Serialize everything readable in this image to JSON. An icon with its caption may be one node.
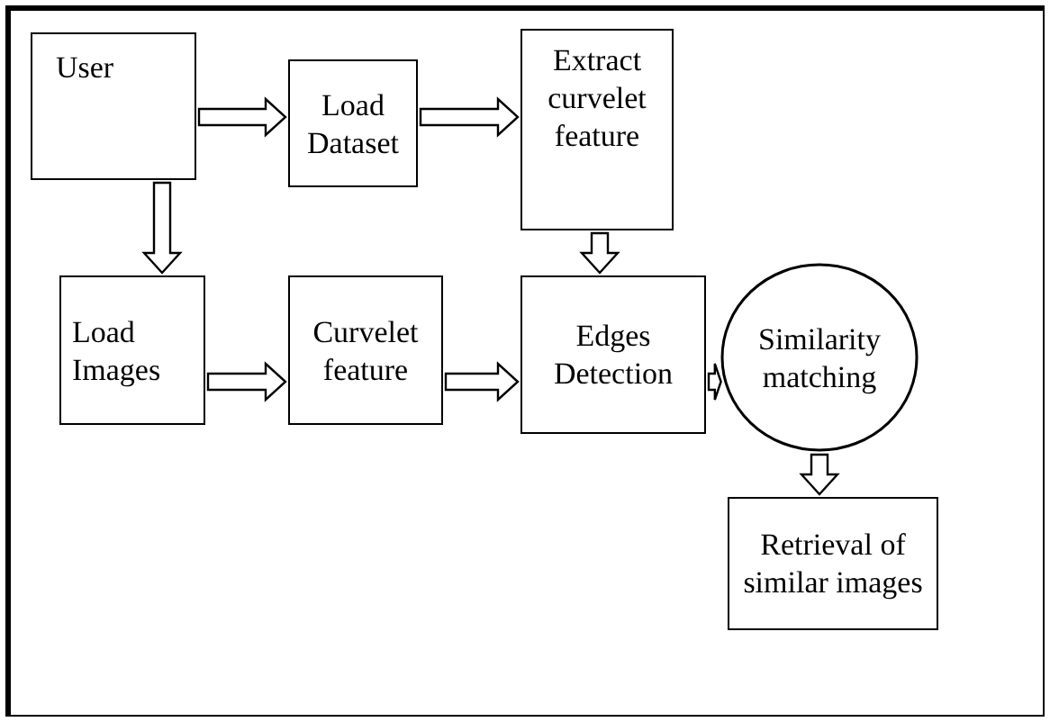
{
  "diagram": {
    "nodes": [
      {
        "text": [
          "User"
        ]
      },
      {
        "text": [
          "Load Dataset"
        ]
      },
      {
        "text": [
          "Extract curvelet feature"
        ]
      },
      {
        "text": [
          "Load Images"
        ]
      },
      {
        "text": [
          "Curvelet feature"
        ]
      },
      {
        "text": [
          "Edges Detection"
        ]
      },
      {
        "text": [
          "Similarity matching"
        ]
      },
      {
        "text": [
          "Retrieval of similar images"
        ]
      }
    ],
    "edges": [
      {
        "from": 0,
        "to": 1,
        "arrow": "to"
      },
      {
        "from": 1,
        "to": 2,
        "arrow": "to"
      },
      {
        "from": 0,
        "to": 3,
        "arrow": "to"
      },
      {
        "from": 2,
        "to": 5,
        "arrow": "to"
      },
      {
        "from": 3,
        "to": 4,
        "arrow": "to"
      },
      {
        "from": 4,
        "to": 5,
        "arrow": "to"
      },
      {
        "from": 5,
        "to": 6,
        "arrow": "to"
      },
      {
        "from": 6,
        "to": 7,
        "arrow": "to"
      }
    ]
  }
}
